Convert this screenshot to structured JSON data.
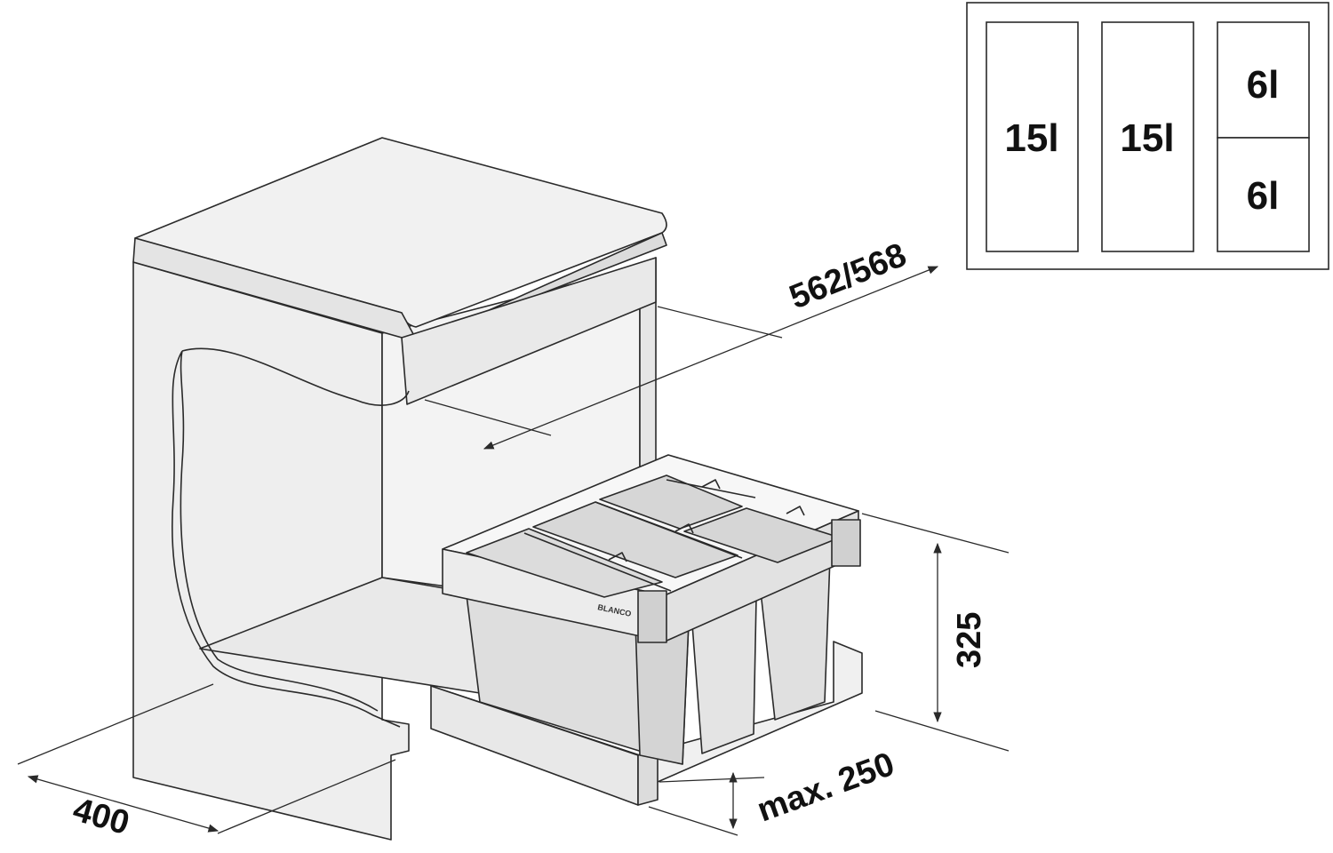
{
  "dimensions": {
    "depth": "562/568",
    "width": "400",
    "height": "325",
    "drawer_height": "max. 250"
  },
  "compartments": [
    {
      "label": "15l"
    },
    {
      "label": "15l"
    },
    {
      "label": "6l"
    },
    {
      "label": "6l"
    }
  ],
  "brand_label": "BLANCO",
  "colors": {
    "outline": "#2a2a2a",
    "cabinet_fill": "#eeeeee",
    "bin_fill": "#e2e2e2",
    "frame_fill": "#f7f7f7"
  }
}
